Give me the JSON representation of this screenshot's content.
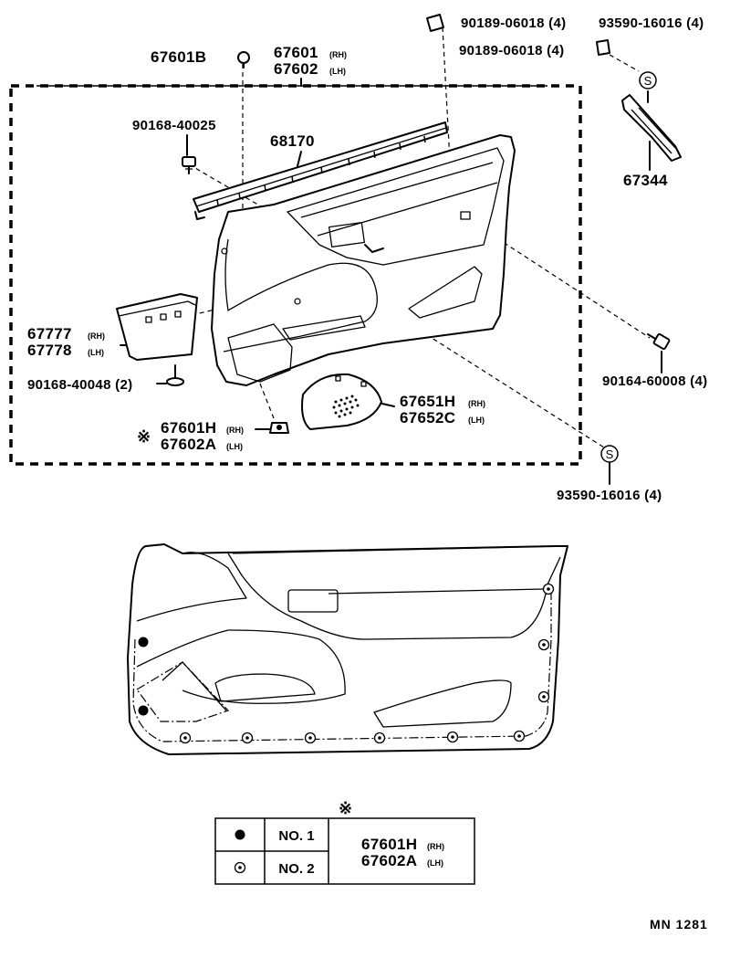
{
  "parts": {
    "p67601B": "67601B",
    "p67601": "67601",
    "p67602": "67602",
    "p90189a": "90189-06018 (4)",
    "p90189b": "90189-06018 (4)",
    "p93590top": "93590-16016 (4)",
    "p90168_40025": "90168-40025",
    "p68170": "68170",
    "p67344": "67344",
    "p67777": "67777",
    "p67778": "67778",
    "p90168_40048": "90168-40048 (2)",
    "p90164": "90164-60008 (4)",
    "p67651H": "67651H",
    "p67652C": "67652C",
    "p67601H": "67601H",
    "p67602A": "67602A",
    "p93590bottom": "93590-16016 (4)"
  },
  "sub": {
    "rh": "(RH)",
    "lh": "(LH)"
  },
  "marks": {
    "asterisk": "※",
    "s": "S"
  },
  "table": {
    "row1_label": "NO. 1",
    "row2_label": "NO. 2",
    "part_rh": "67601H",
    "part_lh": "67602A"
  },
  "footer_code": "MN  1281"
}
